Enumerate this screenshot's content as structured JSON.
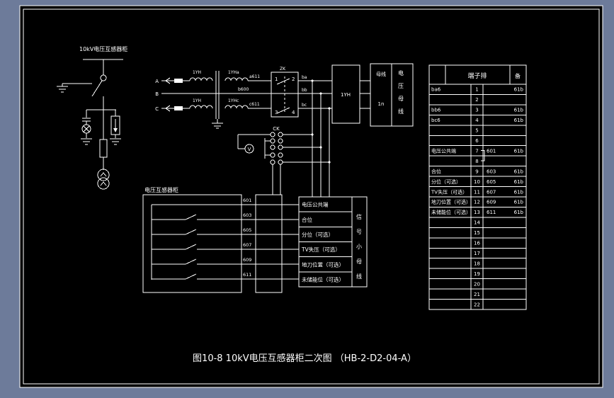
{
  "colors": {
    "app_bg": "#6d7b9a",
    "canvas_bg": "#000000",
    "line": "#ffffff"
  },
  "caption": "图10-8 10kV电压互感器柜二次图 （HB-2-D2-04-A）",
  "incoming": {
    "cabinet_label": "10kV电压互感器柜"
  },
  "phases": {
    "a": "A",
    "b": "B",
    "c": "C"
  },
  "coils": {
    "lt": "1YH",
    "lb": "1YH",
    "rt": "1YHa",
    "rb": "1YHc"
  },
  "wires": {
    "a": "a611",
    "b": "b600",
    "c": "c611",
    "after": {
      "a": "ba",
      "b": "bb",
      "c": "bc"
    }
  },
  "breaker": {
    "label": "ZK",
    "t1": "1",
    "t2": "2",
    "t3": "3",
    "t4": "4"
  },
  "box_pt": {
    "label": "1YH"
  },
  "bus_box": {
    "left_top": "母线",
    "left_bottom": "1n",
    "vertical": [
      "电",
      "压",
      "母",
      "线"
    ]
  },
  "selector": {
    "label": "CK"
  },
  "voltmeter": {
    "label": "V"
  },
  "pt_cabinet": {
    "label": "电压互感器柜",
    "wire_labels": [
      "601",
      "603",
      "605",
      "607",
      "609",
      "611"
    ]
  },
  "signal_table": {
    "rows": [
      "电压公共端",
      "合位",
      "分位（可选）",
      "TV失压（可选）",
      "地刀位置（可选）",
      "未储能位（可选）"
    ],
    "vertical": [
      "信",
      "号",
      "小",
      "母",
      "线"
    ]
  },
  "terminal_table": {
    "title": "端子排",
    "corner": "备",
    "rows": [
      {
        "name": "ba6",
        "no": "1",
        "wire": "",
        "cable": "61b",
        "jumper": false
      },
      {
        "name": "",
        "no": "2",
        "wire": "",
        "cable": "",
        "jumper": false
      },
      {
        "name": "bb6",
        "no": "3",
        "wire": "",
        "cable": "61b",
        "jumper": false
      },
      {
        "name": "bc6",
        "no": "4",
        "wire": "",
        "cable": "61b",
        "jumper": false
      },
      {
        "name": "",
        "no": "5",
        "wire": "",
        "cable": "",
        "jumper": false
      },
      {
        "name": "",
        "no": "6",
        "wire": "",
        "cable": "",
        "jumper": false
      },
      {
        "name": "电压公共端",
        "no": "7",
        "wire": "601",
        "cable": "61b",
        "jumper": true
      },
      {
        "name": "",
        "no": "8",
        "wire": "",
        "cable": "",
        "jumper": false
      },
      {
        "name": "合位",
        "no": "9",
        "wire": "603",
        "cable": "61b",
        "jumper": false
      },
      {
        "name": "分位（可选）",
        "no": "10",
        "wire": "605",
        "cable": "61b",
        "jumper": false
      },
      {
        "name": "TV失压（可选）",
        "no": "11",
        "wire": "607",
        "cable": "61b",
        "jumper": false
      },
      {
        "name": "地刀位置（可选）",
        "no": "12",
        "wire": "609",
        "cable": "61b",
        "jumper": false
      },
      {
        "name": "未储能位（可选）",
        "no": "13",
        "wire": "611",
        "cable": "61b",
        "jumper": false
      },
      {
        "name": "",
        "no": "14",
        "wire": "",
        "cable": "",
        "jumper": false
      },
      {
        "name": "",
        "no": "15",
        "wire": "",
        "cable": "",
        "jumper": false
      },
      {
        "name": "",
        "no": "16",
        "wire": "",
        "cable": "",
        "jumper": false
      },
      {
        "name": "",
        "no": "17",
        "wire": "",
        "cable": "",
        "jumper": false
      },
      {
        "name": "",
        "no": "18",
        "wire": "",
        "cable": "",
        "jumper": false
      },
      {
        "name": "",
        "no": "19",
        "wire": "",
        "cable": "",
        "jumper": false
      },
      {
        "name": "",
        "no": "20",
        "wire": "",
        "cable": "",
        "jumper": false
      },
      {
        "name": "",
        "no": "21",
        "wire": "",
        "cable": "",
        "jumper": false
      },
      {
        "name": "",
        "no": "22",
        "wire": "",
        "cable": "",
        "jumper": false
      }
    ]
  }
}
